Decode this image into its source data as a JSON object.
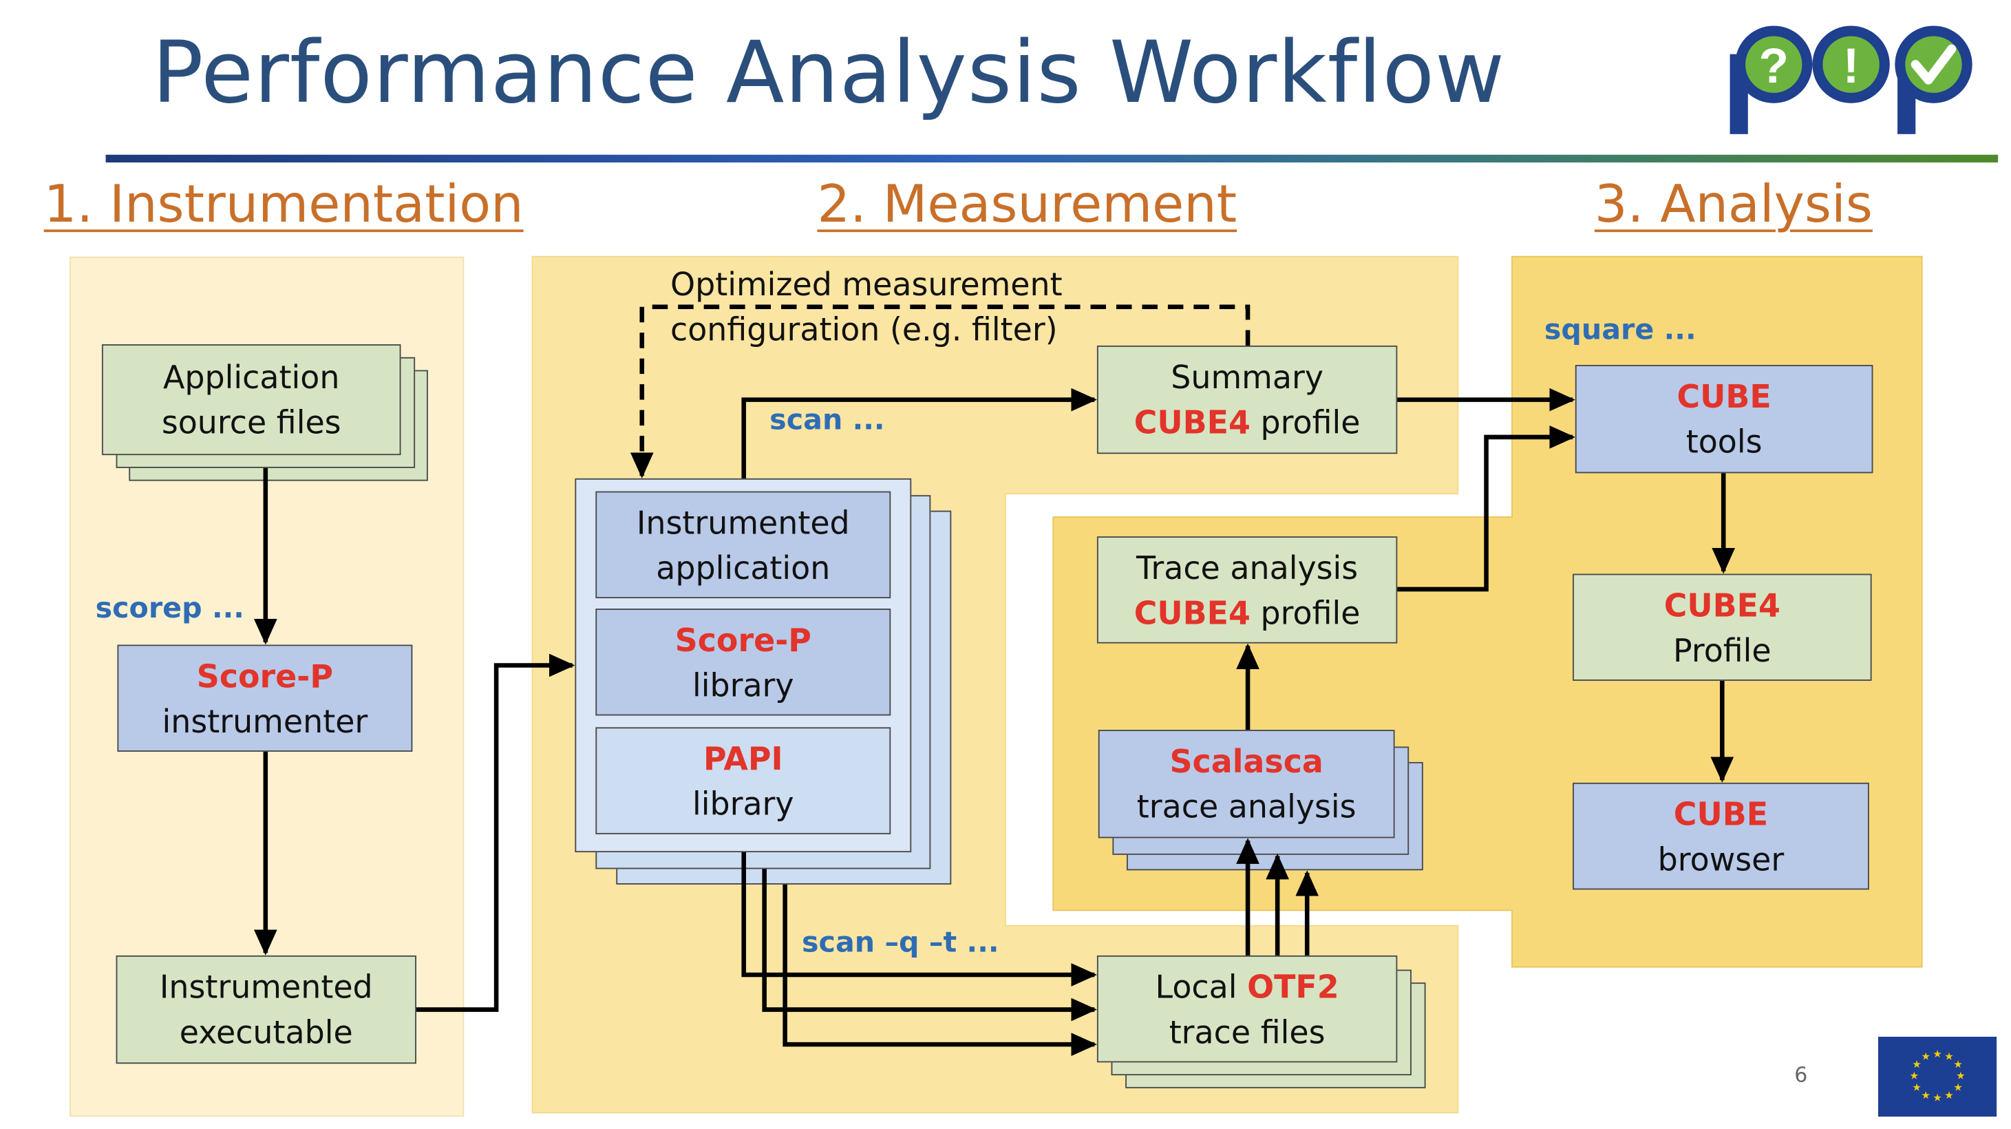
{
  "title": "Performance Analysis Workflow",
  "phases": {
    "instrumentation": "1. Instrumentation",
    "measurement": "2. Measurement",
    "analysis": "3. Analysis"
  },
  "commands": {
    "scorep": "scorep ...",
    "scan": "scan ...",
    "scan_trace": "scan –q –t ...",
    "square": "square ..."
  },
  "feedback_note": {
    "line1": "Optimized measurement",
    "line2": "configuration (e.g. filter)"
  },
  "boxes": {
    "app_source": {
      "line1": "Application",
      "line2": "source files"
    },
    "scorep_instr": {
      "line1": "Score-P",
      "line2": "instrumenter"
    },
    "instr_exec": {
      "line1": "Instrumented",
      "line2": "executable"
    },
    "instr_app": {
      "line1": "Instrumented",
      "line2": "application"
    },
    "scorep_lib": {
      "line1": "Score-P",
      "line2": "library"
    },
    "papi_lib": {
      "line1": "PAPI",
      "line2": "library"
    },
    "summary": {
      "line1": "Summary",
      "red": "CUBE4",
      "rest": " profile"
    },
    "trace_analysis_profile": {
      "line1": "Trace analysis",
      "red": "CUBE4",
      "rest": " profile"
    },
    "scalasca": {
      "line1": "Scalasca",
      "line2": "trace analysis"
    },
    "otf2": {
      "pre": "Local ",
      "red": "OTF2",
      "line2": "trace files"
    },
    "cube_tools": {
      "line1": "CUBE",
      "line2": "tools"
    },
    "cube4_profile": {
      "line1": "CUBE4",
      "line2": "Profile"
    },
    "cube_browser": {
      "line1": "CUBE",
      "line2": "browser"
    }
  },
  "page_number": "6",
  "logo": {
    "text": "pop",
    "symbols": [
      "?",
      "!",
      "✓"
    ]
  },
  "colors": {
    "title": "#2b4f7c",
    "phase": "#c8702a",
    "command": "#2e6db5",
    "highlight": "#e2342a",
    "green_box": "#d6e4c3",
    "blue_box": "#b9c9e8",
    "region_light": "#fdf1d0",
    "region_mid": "#fae5a2",
    "region_dark": "#f8d97a"
  }
}
